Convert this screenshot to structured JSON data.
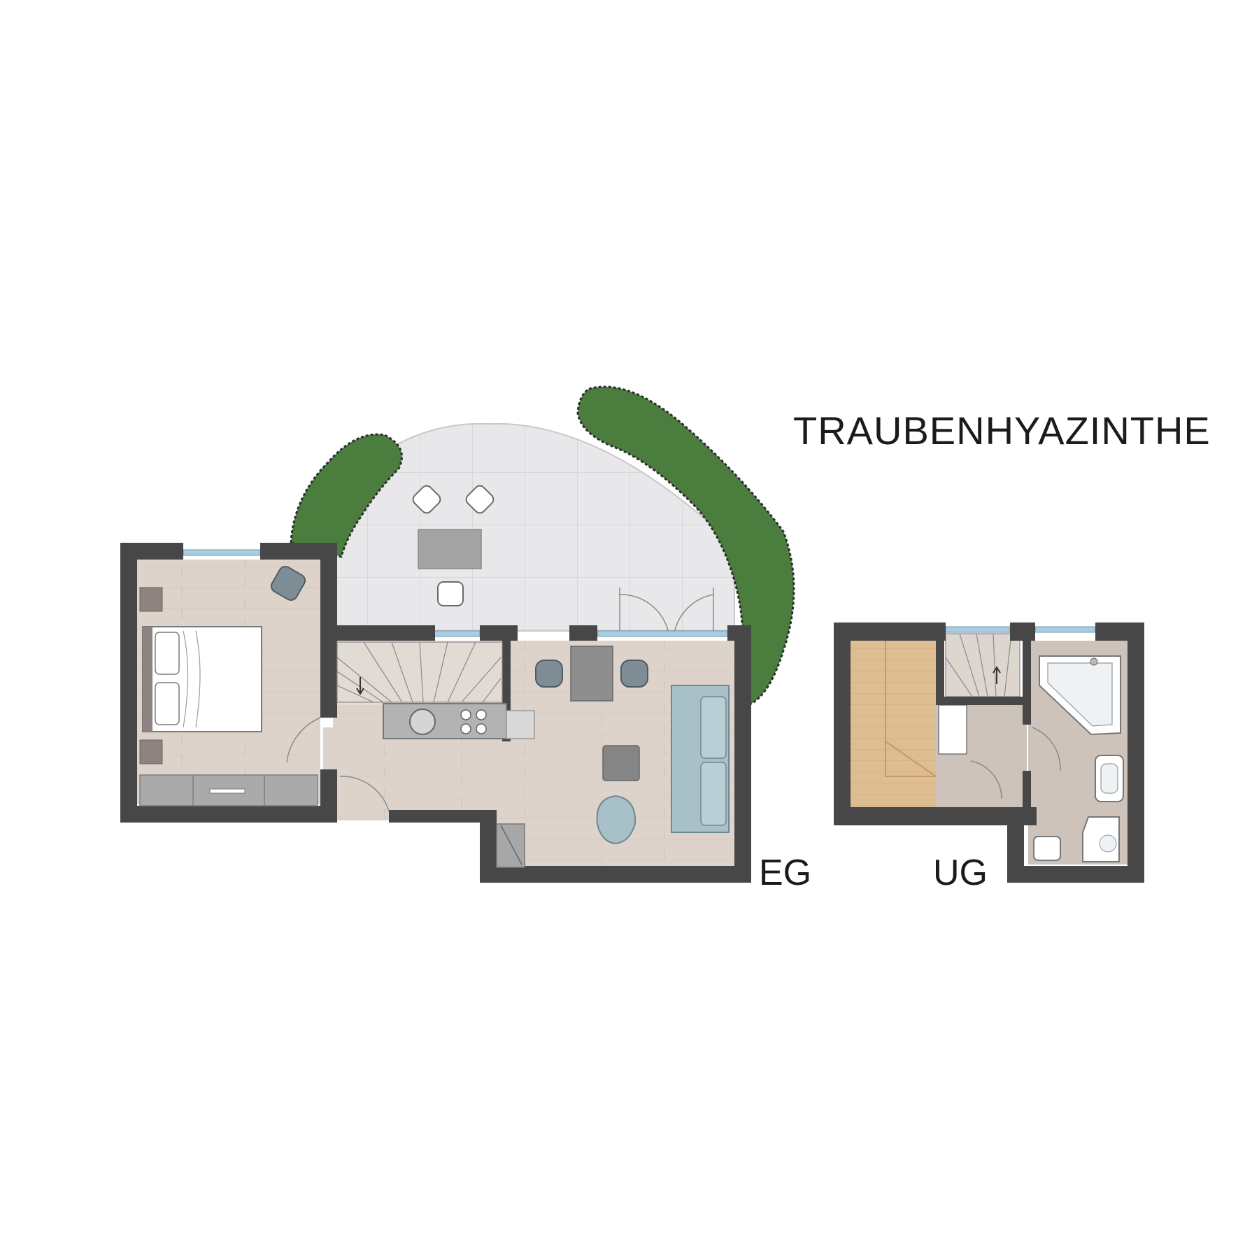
{
  "title": "TRAUBENHYAZINTHE",
  "floors": {
    "eg": {
      "label": "EG"
    },
    "ug": {
      "label": "UG"
    }
  },
  "colors": {
    "wall": "#474747",
    "floor_wood": "#dcd2c8",
    "floor_tile": "#cdc3ba",
    "terrace": "#e6e6e8",
    "hedge": "#4a7d3e",
    "window": "#9cc2d8",
    "sofa": "#a8c0c8",
    "chair": "#7e8c96",
    "sauna_wood": "#ddb889",
    "furniture_grey": "#9a9a9a"
  },
  "icons": [
    "bed-icon",
    "sofa-icon",
    "dining-table-icon",
    "armchair-icon",
    "staircase-icon",
    "kitchen-counter-icon",
    "sauna-bench-icon",
    "bathtub-icon",
    "washbasin-icon",
    "shower-icon",
    "toilet-icon",
    "hedge-icon",
    "terrace-table-icon"
  ]
}
